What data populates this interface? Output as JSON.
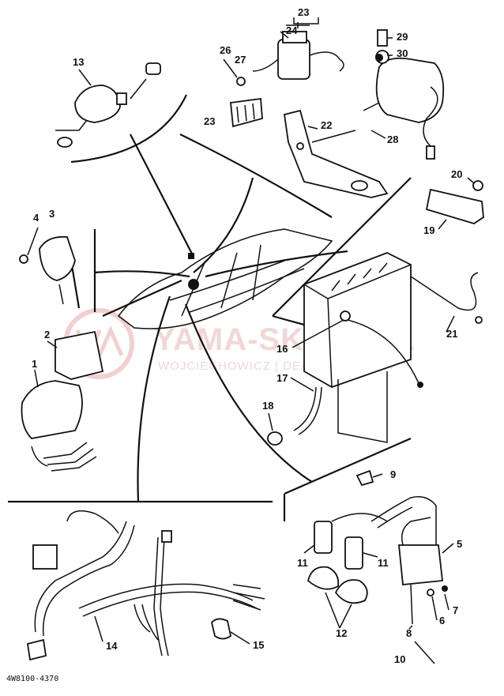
{
  "diagram": {
    "drawing_code": "4W8100-4370",
    "watermark": {
      "brand": "YAMA-SKLEP.PL",
      "tagline": "WOJCIECHOWICZ | DEALER YAMAHA"
    },
    "callouts": [
      "1",
      "2",
      "3",
      "4",
      "5",
      "6",
      "7",
      "8",
      "9",
      "10",
      "11",
      "11",
      "12",
      "13",
      "14",
      "15",
      "16",
      "17",
      "18",
      "19",
      "20",
      "21",
      "22",
      "23",
      "23",
      "24",
      "26",
      "27",
      "28",
      "29",
      "30"
    ]
  }
}
